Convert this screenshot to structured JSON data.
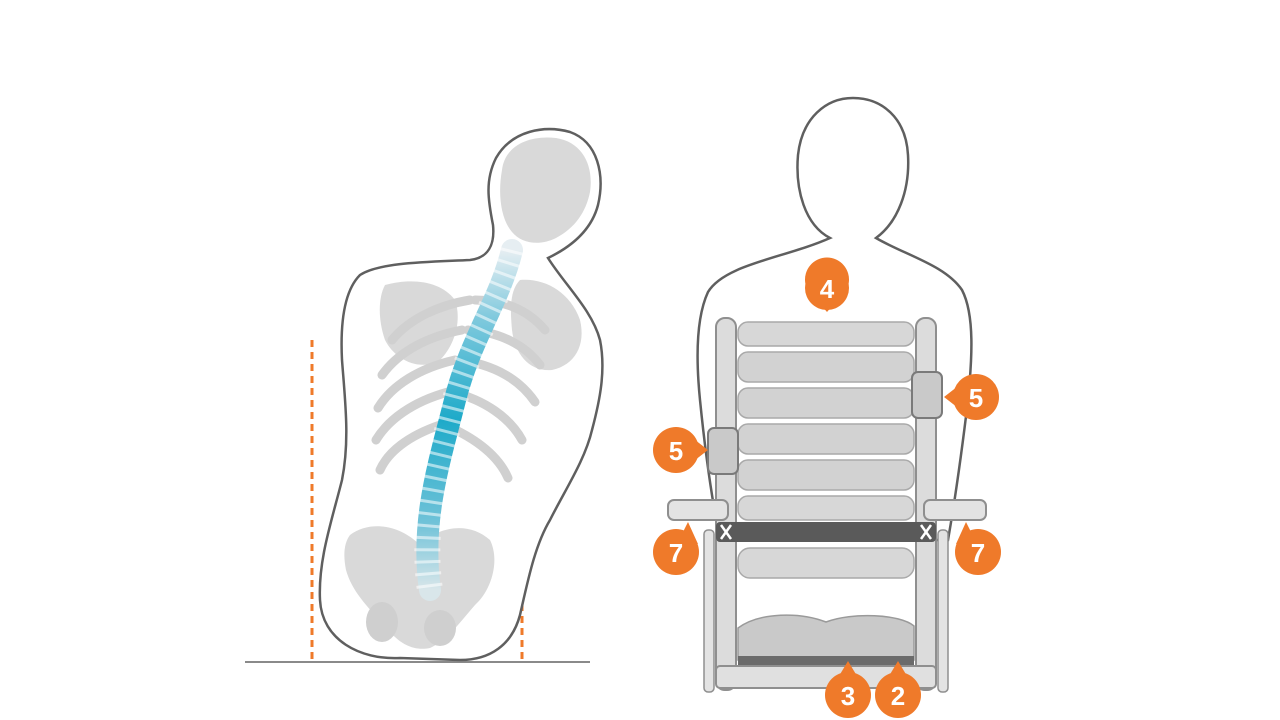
{
  "colors": {
    "outline": "#5f5f5f",
    "bone": "#d9d9d9",
    "spine": "#1eaac9",
    "accent": "#ef7a2a",
    "chair_light": "#d7d7d7",
    "chair_mid": "#b5b5b5",
    "chair_dark": "#5a5a5a"
  },
  "left_figure": {
    "icon": "scoliosis-spine-figure"
  },
  "right_figure": {
    "icon": "seated-person-chair-figure",
    "markers": [
      {
        "label": "4",
        "name": "marker-4-backrest-top"
      },
      {
        "label": "5",
        "name": "marker-5-lateral-support-right"
      },
      {
        "label": "5",
        "name": "marker-5-lateral-support-left"
      },
      {
        "label": "7",
        "name": "marker-7-armrest-left"
      },
      {
        "label": "7",
        "name": "marker-7-armrest-right"
      },
      {
        "label": "3",
        "name": "marker-3-seat-base"
      },
      {
        "label": "2",
        "name": "marker-2-seat-cushion"
      }
    ]
  }
}
